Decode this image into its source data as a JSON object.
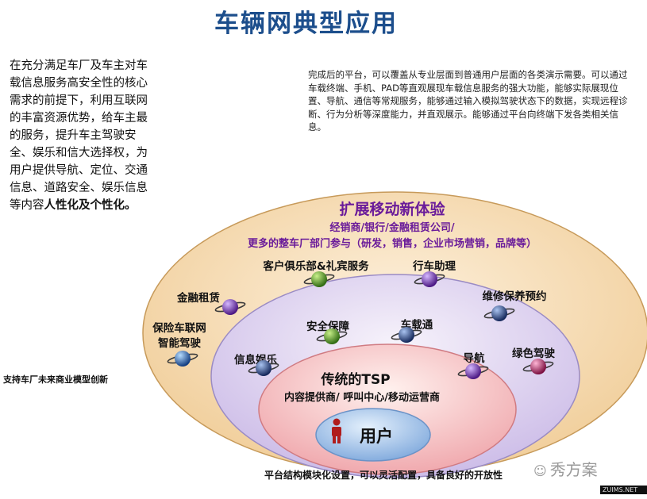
{
  "title": "车辆网典型应用",
  "left_text": {
    "main": "在充分满足车厂及车主对车载信息服务高安全性的核心需求的前提下，利用互联网的丰富资源优势，给车主最的服务，提升车主驾驶安全、娱乐和信大选择权，为用户提供导航、定位、交通信息、道路安全、娱乐信息等内容",
    "bold": "人性化及个性化。"
  },
  "right_text": "完成后的平台，可以覆盖从专业层面到普通用户层面的各类演示需要。可以通过车载终端、手机、PAD等直观展现车载信息服务的强大功能，能够实际展现位置、导航、通信等常规服务，能够通过输入模拟驾驶状态下的数据，实现远程诊断、行为分析等深度能力，并直观展示。能够通过平台向终端下发各类相关信息。",
  "side_note": "支持车厂未来商业模型创新",
  "bottom_note": "平台结构模块化设置，可以灵活配置，具备良好的开放性",
  "watermark": "秀方案",
  "watermark_small": "ZUIMS.NET",
  "outer": {
    "title": "扩展移动新体验",
    "line1": "经销商/银行/金融租赁公司/",
    "line2": "更多的整车厂部门参与（研发，销售，企业市场营销，品牌等）"
  },
  "tsp": {
    "title": "传统的TSP",
    "subtitle": "内容提供商/ 呼叫中心/移动运营商"
  },
  "user": {
    "label": "用户"
  },
  "services": {
    "customer_club": "客户俱乐部&礼宾服务",
    "driving_assistant": "行车助理",
    "finance_lease": "金融租赁",
    "maintenance": "维修保养预约",
    "insurance_1": "保险车联网",
    "insurance_2": "智能驾驶",
    "green_driving": "绿色驾驶",
    "safety": "安全保障",
    "vehicle_comm": "车载通",
    "infotainment": "信息娱乐",
    "navigation": "导航"
  },
  "colors": {
    "title": "#1c4e8c",
    "outer_label": "#6a1b9a",
    "outer_fill": "#f6dcb4",
    "middle_fill": "#e2d8f2",
    "inner_fill": "#f6c9cc",
    "user_fill": "#a9c8ec"
  },
  "icons": [
    "planet-icon",
    "person-icon",
    "wechat-icon"
  ]
}
